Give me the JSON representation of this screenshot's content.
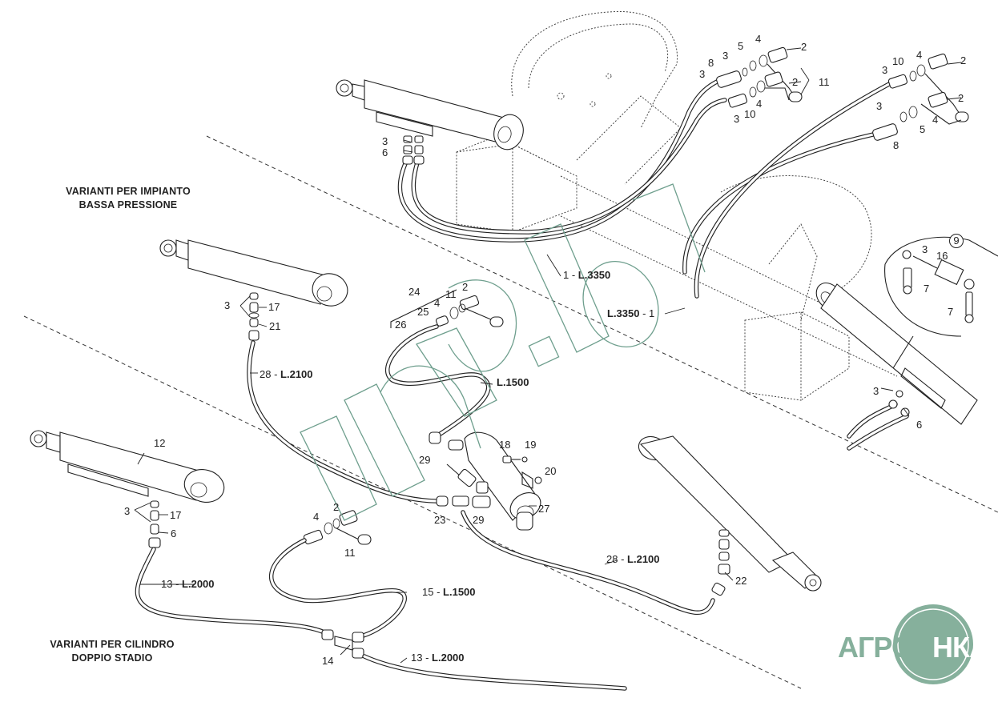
{
  "titles": {
    "low_pressure": [
      "VARIANTI PER IMPIANTO",
      "BASSA PRESSIONE"
    ],
    "double_stage": [
      "VARIANTI PER CILINDRO",
      "DOPPIO STADIO"
    ]
  },
  "watermark": {
    "text": "nka.by",
    "color": "#6f9f8e"
  },
  "logo": {
    "text_left": "АГРО",
    "text_right": "НКА",
    "color": "#86b09c"
  },
  "callouts": [
    {
      "id": "c1",
      "text": "2"
    },
    {
      "id": "c2",
      "text": "4"
    },
    {
      "id": "c3",
      "text": "5"
    },
    {
      "id": "c4",
      "text": "3"
    },
    {
      "id": "c5",
      "text": "8"
    },
    {
      "id": "c6",
      "text": "3"
    },
    {
      "id": "c7",
      "text": "2"
    },
    {
      "id": "c8",
      "text": "11"
    },
    {
      "id": "c9",
      "text": "4"
    },
    {
      "id": "c10",
      "text": "10"
    },
    {
      "id": "c11",
      "text": "3"
    },
    {
      "id": "c12",
      "text": "3"
    },
    {
      "id": "c13",
      "text": "10"
    },
    {
      "id": "c14",
      "text": "4"
    },
    {
      "id": "c15",
      "text": "2"
    },
    {
      "id": "c16",
      "text": "3"
    },
    {
      "id": "c17",
      "text": "2"
    },
    {
      "id": "c18",
      "text": "5"
    },
    {
      "id": "c19",
      "text": "4"
    },
    {
      "id": "c20",
      "text": "8"
    },
    {
      "id": "c21",
      "text": "3"
    },
    {
      "id": "c22",
      "text": "6"
    },
    {
      "id": "c23",
      "text": "9"
    },
    {
      "id": "c24",
      "text": "3"
    },
    {
      "id": "c25",
      "text": "16"
    },
    {
      "id": "c26",
      "text": "7"
    },
    {
      "id": "c27",
      "text": "7"
    },
    {
      "id": "c28",
      "text": "3"
    },
    {
      "id": "c29",
      "text": "17"
    },
    {
      "id": "c30",
      "text": "21"
    },
    {
      "id": "c31",
      "text": "24"
    },
    {
      "id": "c32",
      "text": "2"
    },
    {
      "id": "c33",
      "text": "11"
    },
    {
      "id": "c34",
      "text": "4"
    },
    {
      "id": "c35",
      "text": "25"
    },
    {
      "id": "c36",
      "text": "26"
    },
    {
      "id": "c37",
      "text": "3"
    },
    {
      "id": "c38",
      "text": "6"
    },
    {
      "id": "c39",
      "text": "12"
    },
    {
      "id": "c40",
      "text": "3"
    },
    {
      "id": "c41",
      "text": "17"
    },
    {
      "id": "c42",
      "text": "6"
    },
    {
      "id": "c43",
      "text": "29"
    },
    {
      "id": "c44",
      "text": "18"
    },
    {
      "id": "c45",
      "text": "19"
    },
    {
      "id": "c46",
      "text": "20"
    },
    {
      "id": "c47",
      "text": "27"
    },
    {
      "id": "c48",
      "text": "23"
    },
    {
      "id": "c49",
      "text": "29"
    },
    {
      "id": "c50",
      "text": "4"
    },
    {
      "id": "c51",
      "text": "2"
    },
    {
      "id": "c52",
      "text": "11"
    },
    {
      "id": "c53",
      "text": "14"
    },
    {
      "id": "c54",
      "text": "22"
    }
  ],
  "hose_labels": [
    {
      "id": "h1",
      "num": "1 -",
      "len": "L.3350"
    },
    {
      "id": "h2",
      "len": "L.3350",
      "num": "- 1"
    },
    {
      "id": "h3",
      "num": "28 -",
      "len": "L.2100"
    },
    {
      "id": "h4",
      "num": "",
      "len": "L.1500"
    },
    {
      "id": "h5",
      "num": "13 -",
      "len": "L.2000"
    },
    {
      "id": "h6",
      "num": "28 -",
      "len": "L.2100"
    },
    {
      "id": "h7",
      "num": "15 -",
      "len": "L.1500"
    },
    {
      "id": "h8",
      "num": "13 -",
      "len": "L.2000"
    }
  ]
}
